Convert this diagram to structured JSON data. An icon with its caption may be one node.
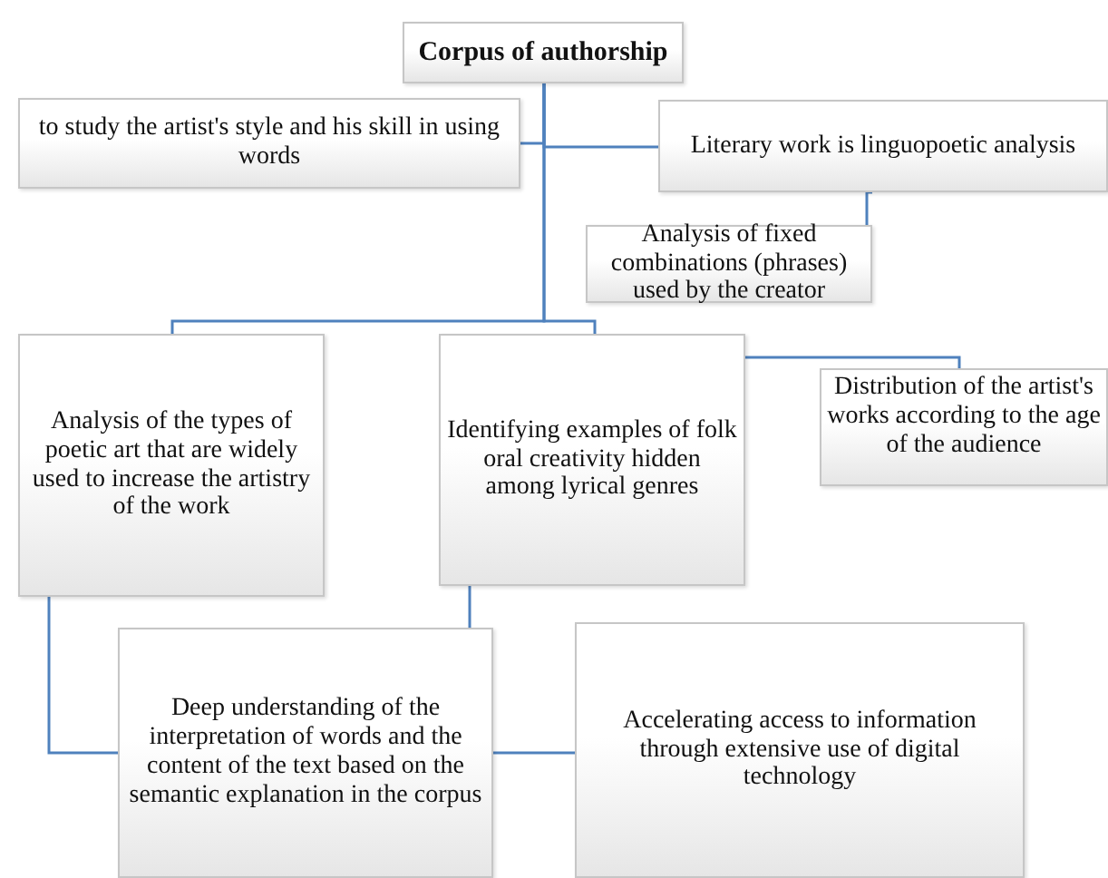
{
  "diagram": {
    "nodes": [
      {
        "text": [
          "Corpus of authorship"
        ]
      },
      {
        "text": [
          "to study the artist's style and his skill in using words"
        ]
      },
      {
        "text": [
          "Literary work is linguopoetic analysis"
        ]
      },
      {
        "text": [
          "Analysis of fixed combinations (phrases) used by the creator"
        ]
      },
      {
        "text": [
          "Analysis of the types of poetic art that are widely used to increase the artistry of the work"
        ]
      },
      {
        "text": [
          "Identifying examples of folk oral creativity hidden among lyrical genres"
        ]
      },
      {
        "text": [
          "Distribution of the artist's works according to the age of the audience"
        ]
      },
      {
        "text": [
          "Deep understanding of the interpretation of words and the content of the text based on the semantic explanation in the corpus"
        ]
      },
      {
        "text": [
          "Accelerating access to information through extensive use of digital technology"
        ]
      }
    ],
    "edges": [
      {
        "from": 0,
        "to": 1,
        "arrow": "none"
      },
      {
        "from": 0,
        "to": 2,
        "arrow": "none"
      },
      {
        "from": 2,
        "to": 3,
        "arrow": "none"
      },
      {
        "from": 0,
        "to": 4,
        "arrow": "none"
      },
      {
        "from": 0,
        "to": 5,
        "arrow": "none"
      },
      {
        "from": 5,
        "to": 6,
        "arrow": "none"
      },
      {
        "from": 4,
        "to": 7,
        "arrow": "none"
      },
      {
        "from": 5,
        "to": 7,
        "arrow": "none"
      },
      {
        "from": 7,
        "to": 8,
        "arrow": "none"
      }
    ]
  }
}
